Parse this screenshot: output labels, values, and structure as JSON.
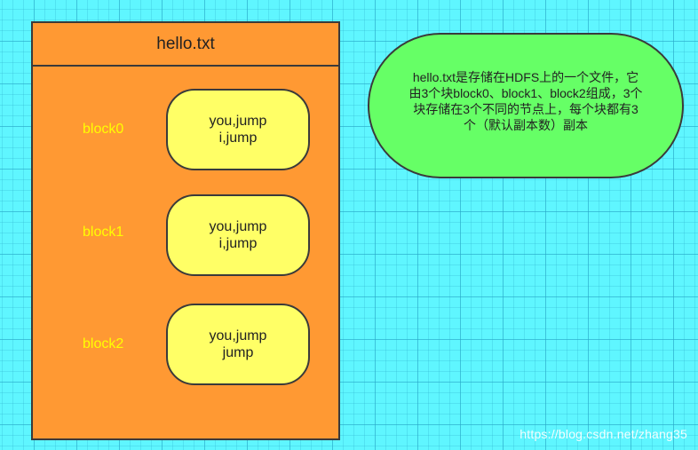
{
  "file": {
    "name": "hello.txt"
  },
  "blocks": [
    {
      "label": "block0",
      "line1": "you,jump",
      "line2": "i,jump"
    },
    {
      "label": "block1",
      "line1": "you,jump",
      "line2": "i,jump"
    },
    {
      "label": "block2",
      "line1": "you,jump",
      "line2": "jump"
    }
  ],
  "note": {
    "text": "hello.txt是存储在HDFS上的一个文件，它由3个块block0、block1、block2组成，3个块存储在3个不同的节点上，每个块都有3个（默认副本数）副本"
  },
  "watermark": "https://blog.csdn.net/zhang35",
  "colors": {
    "background": "#5ff6ff",
    "file_container": "#ff9933",
    "block_box": "#ffff66",
    "block_label": "#ffff00",
    "note_bubble": "#66ff66",
    "border": "#3a3a3a"
  }
}
